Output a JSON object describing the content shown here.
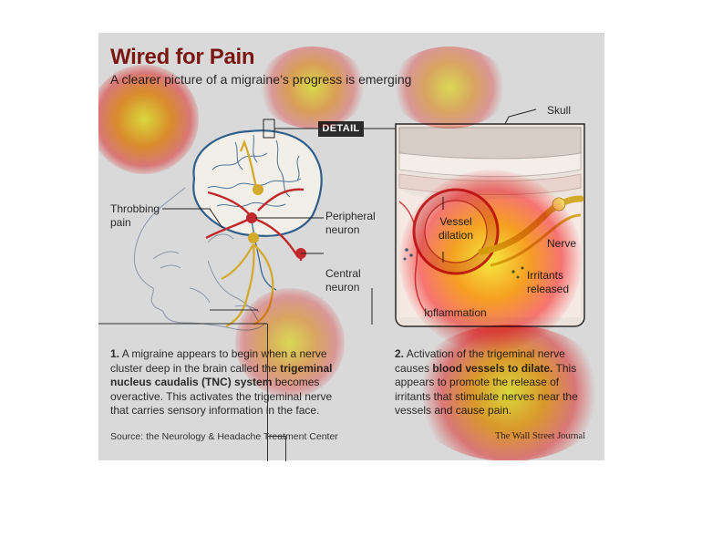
{
  "title": "Wired for Pain",
  "subtitle": "A clearer picture of a migraine’s progress is emerging",
  "detail_tag": "DETAIL",
  "labels": {
    "skull": "Skull",
    "throbbing_1": "Throbbing",
    "throbbing_2": "pain",
    "peripheral_1": "Peripheral",
    "peripheral_2": "neuron",
    "central_1": "Central",
    "central_2": "neuron",
    "vessel_1": "Vessel",
    "vessel_2": "dilation",
    "nerve": "Nerve",
    "irritants_1": "Irritants",
    "irritants_2": "released",
    "inflammation": "Inflammation"
  },
  "step1": {
    "number": "1.",
    "text_a": "A migraine appears to begin when a nerve cluster deep in the brain called the ",
    "bold": "trigeminal nucleus caudalis (TNC) system",
    "text_b": " becomes overactive. This activates the trigeminal nerve that carries sensory information in the face."
  },
  "step2": {
    "number": "2.",
    "text_a": "Activation of the trigeminal nerve causes ",
    "bold": "blood vessels to dilate.",
    "text_b": " This appears to promote the release of irritants that stimulate nerves near the vessels and cause pain."
  },
  "source": "Source: the Neurology & Headache Treatment Center",
  "credit": "The Wall Street Journal",
  "colors": {
    "title": "#7a1712",
    "panel_bg": "#d9d9d9",
    "brain_outline": "#2f5f8a",
    "artery": "#c0282c",
    "nerve": "#d4aa2c",
    "heat_core": "#ffff33",
    "heat_mid": "#ff8a00",
    "heat_edge": "#ff0000"
  }
}
